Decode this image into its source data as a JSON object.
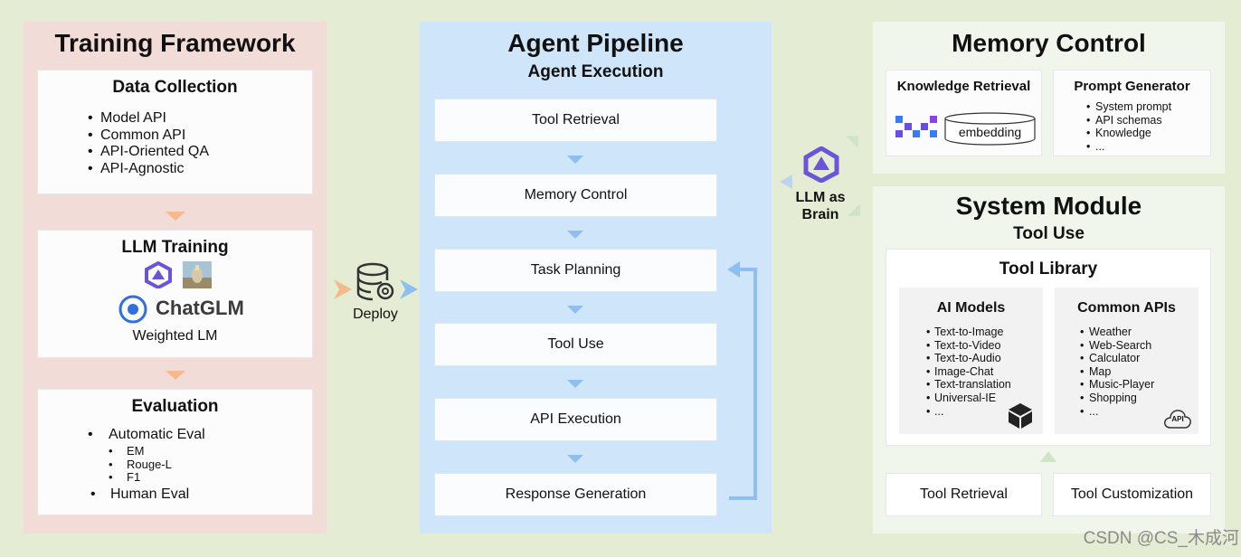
{
  "training": {
    "title": "Training Framework",
    "data_collection": {
      "title": "Data Collection",
      "items": [
        "Model API",
        "Common API",
        "API-Oriented QA",
        "API-Agnostic"
      ]
    },
    "llm_training": {
      "title": "LLM Training",
      "chatglm_label": "ChatGLM",
      "caption": "Weighted LM"
    },
    "evaluation": {
      "title": "Evaluation",
      "automatic": "Automatic Eval",
      "sub_items": [
        "EM",
        "Rouge-L",
        "F1"
      ],
      "human": "Human Eval"
    }
  },
  "deploy": {
    "label": "Deploy"
  },
  "pipeline": {
    "title": "Agent Pipeline",
    "subtitle": "Agent Execution",
    "steps": [
      "Tool Retrieval",
      "Memory Control",
      "Task Planning",
      "Tool Use",
      "API Execution",
      "Response Generation"
    ]
  },
  "brain": {
    "line1": "LLM as",
    "line2": "Brain"
  },
  "memory": {
    "title": "Memory Control",
    "knowledge": {
      "title": "Knowledge Retrieval",
      "db_label": "embedding"
    },
    "prompt": {
      "title": "Prompt Generator",
      "items": [
        "System prompt",
        "API schemas",
        "Knowledge",
        "..."
      ]
    }
  },
  "system": {
    "title": "System Module",
    "subtitle": "Tool Use",
    "library_title": "Tool Library",
    "ai_models": {
      "title": "AI Models",
      "items": [
        "Text-to-Image",
        "Text-to-Video",
        "Text-to-Audio",
        "Image-Chat",
        "Text-translation",
        "Universal-IE",
        "..."
      ]
    },
    "common_apis": {
      "title": "Common APIs",
      "items": [
        "Weather",
        "Web-Search",
        "Calculator",
        "Map",
        "Music-Player",
        "Shopping",
        "..."
      ],
      "api_badge": "API"
    },
    "tool_retrieval": "Tool Retrieval",
    "tool_customization": "Tool Customization"
  },
  "watermark": "CSDN @CS_木成河",
  "colors": {
    "background": "#e4ecd4",
    "training_panel": "#f2dcd8",
    "pipeline_panel": "#cfe5fa",
    "memory_panel": "#f1f6ec",
    "arrow_blue": "#8fbff0",
    "arrow_orange": "#f4b98c"
  }
}
